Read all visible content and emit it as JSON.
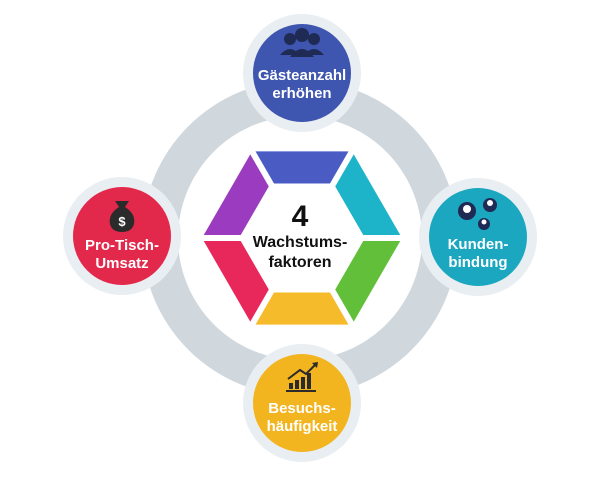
{
  "center": {
    "number": "4",
    "line1": "Wachstums-",
    "line2": "faktoren"
  },
  "nodes": [
    {
      "id": "top",
      "line1": "Gästeanzahl",
      "line2": "erhöhen",
      "color": "#3f56b0",
      "icon": "people-group-icon"
    },
    {
      "id": "right",
      "line1": "Kunden-",
      "line2": "bindung",
      "color": "#1aa7bf",
      "icon": "customers-icon"
    },
    {
      "id": "bottom",
      "line1": "Besuchs-",
      "line2": "häufigkeit",
      "color": "#f2b51f",
      "icon": "growth-chart-icon"
    },
    {
      "id": "left",
      "line1": "Pro-Tisch-",
      "line2": "Umsatz",
      "color": "#e3294b",
      "icon": "money-bag-icon"
    }
  ],
  "hexagon_segments": [
    "#4a5cc4",
    "#1db3c9",
    "#62bf39",
    "#f5bb2b",
    "#e8275a",
    "#9b3bc0"
  ],
  "colors": {
    "ring": "#d0d8de",
    "node_border": "#e9eef2",
    "center_fill": "#ffffff"
  }
}
